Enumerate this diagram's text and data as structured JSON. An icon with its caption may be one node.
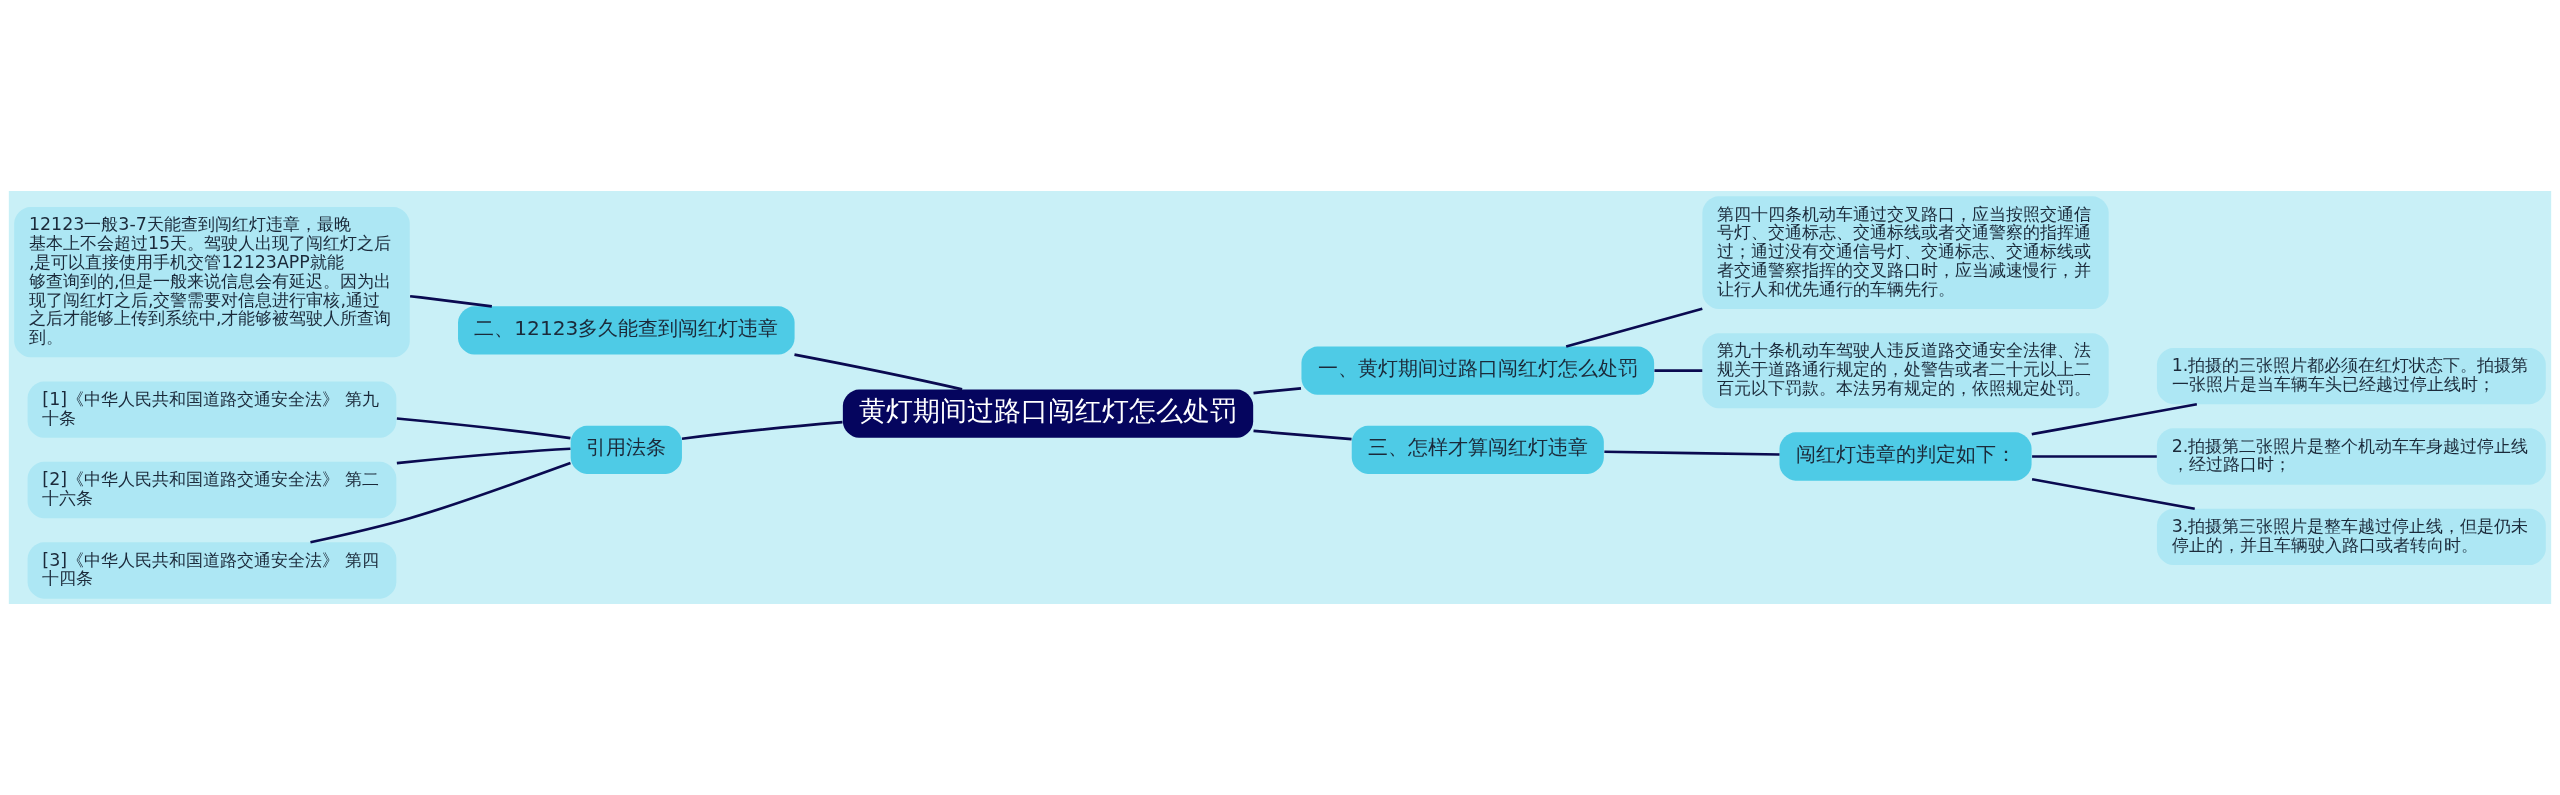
{
  "diagram": {
    "nodes": [
      {
        "text": [
          "黄灯期间过路口闯红灯怎么处罚"
        ]
      },
      {
        "text": [
          "一、黄灯期间过路口闯红灯怎么处罚"
        ]
      },
      {
        "text": [
          "第四十四条机动车通过交叉路口，应当按照交通信号灯、交通标志、交通标线或者交通警察的指挥通过；通过没有交通信号灯、交通标志、交通标线或者交通警察指挥的交叉路口时，应当减速慢行，并让行人和优先通行的车辆先行。"
        ]
      },
      {
        "text": [
          "第九十条机动车驾驶人违反道路交通安全法律、法规关于道路通行规定的，处警告或者二十元以上二百元以下罚款。本法另有规定的，依照规定处罚。"
        ]
      },
      {
        "text": [
          "二、12123多久能查到闯红灯违章"
        ]
      },
      {
        "text": [
          "12123一般3-7天能查到闯红灯违章，最晚基本上不会超过15天。驾驶人出现了闯红灯之后,是可以直接使用手机交管12123APP就能够查询到的,但是一般来说信息会有延迟。因为出现了闯红灯之后,交警需要对信息进行审核,通过之后才能够上传到系统中,才能够被驾驶人所查询到。"
        ]
      },
      {
        "text": [
          "引用法条"
        ]
      },
      {
        "text": [
          "[1]《中华人民共和国道路交通安全法》 第九十条"
        ]
      },
      {
        "text": [
          "[2]《中华人民共和国道路交通安全法》 第二十六条"
        ]
      },
      {
        "text": [
          "[3]《中华人民共和国道路交通安全法》 第四十四条"
        ]
      },
      {
        "text": [
          "三、怎样才算闯红灯违章"
        ]
      },
      {
        "text": [
          "闯红灯违章的判定如下："
        ]
      },
      {
        "text": [
          "1.拍摄的三张照片都必须在红灯状态下。拍摄第一张照片是当车辆车头已经越过停止线时；"
        ]
      },
      {
        "text": [
          "2.拍摄第二张照片是整个机动车车身越过停止线，经过路口时；"
        ]
      },
      {
        "text": [
          "3.拍摄第三张照片是整车越过停止线，但是仍未停止的，并且车辆驶入路口或者转向时。"
        ]
      }
    ],
    "edges": [
      {
        "from": 0,
        "to": 1,
        "arrow": "none"
      },
      {
        "from": 1,
        "to": 2,
        "arrow": "none"
      },
      {
        "from": 1,
        "to": 3,
        "arrow": "none"
      },
      {
        "from": 0,
        "to": 4,
        "arrow": "none"
      },
      {
        "from": 4,
        "to": 5,
        "arrow": "none"
      },
      {
        "from": 0,
        "to": 6,
        "arrow": "none"
      },
      {
        "from": 6,
        "to": 7,
        "arrow": "none"
      },
      {
        "from": 6,
        "to": 8,
        "arrow": "none"
      },
      {
        "from": 6,
        "to": 9,
        "arrow": "none"
      },
      {
        "from": 0,
        "to": 10,
        "arrow": "none"
      },
      {
        "from": 10,
        "to": 11,
        "arrow": "none"
      },
      {
        "from": 11,
        "to": 12,
        "arrow": "none"
      },
      {
        "from": 11,
        "to": 13,
        "arrow": "none"
      },
      {
        "from": 11,
        "to": 14,
        "arrow": "none"
      }
    ]
  }
}
